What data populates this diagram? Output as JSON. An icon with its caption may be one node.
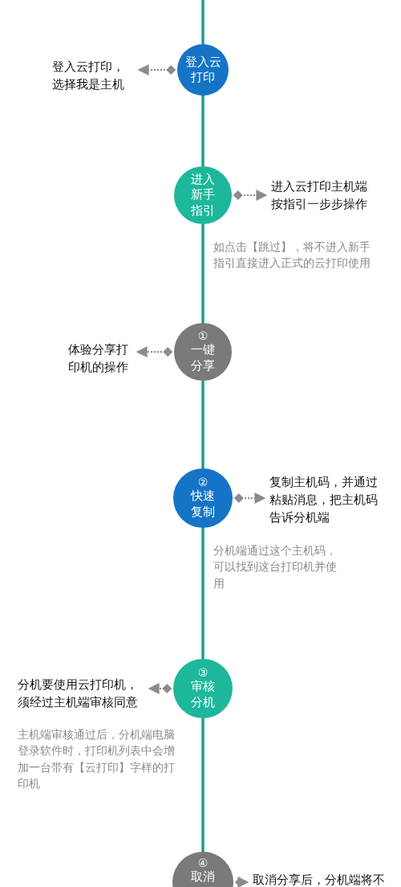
{
  "diagram": {
    "nodes": [
      {
        "text": [
          "登入云打印"
        ]
      },
      {
        "text": [
          "进入新手指引"
        ]
      },
      {
        "text": [
          "①",
          "一键分享"
        ]
      },
      {
        "text": [
          "②",
          "快速复制"
        ]
      },
      {
        "text": [
          "③",
          "审核分机"
        ]
      },
      {
        "text": [
          "④",
          "取消"
        ]
      },
      {
        "text": [
          "登入云打印，选择我是主机"
        ]
      },
      {
        "text": [
          "进入云打印主机端按指引一步步操作"
        ]
      },
      {
        "text": [
          "体验分享打印机的操作"
        ]
      },
      {
        "text": [
          "复制主机码，并通过粘贴消息，把主机码告诉分机端"
        ]
      },
      {
        "text": [
          "分机要使用云打印机，须经过主机端审核同意"
        ]
      },
      {
        "text": [
          "取消分享后，分机端将不"
        ]
      }
    ],
    "edges": [
      {
        "from": null,
        "to": 0,
        "arrow": "none"
      },
      {
        "from": 0,
        "to": 1,
        "arrow": "none"
      },
      {
        "from": 1,
        "to": 2,
        "arrow": "none"
      },
      {
        "from": 2,
        "to": 3,
        "arrow": "none"
      },
      {
        "from": 3,
        "to": 4,
        "arrow": "none"
      },
      {
        "from": 4,
        "to": 5,
        "arrow": "none"
      },
      {
        "from": 0,
        "to": 6,
        "arrow": "to",
        "style": "dashed",
        "color": "#8c8c8c"
      },
      {
        "from": 1,
        "to": 7,
        "arrow": "to",
        "style": "dashed",
        "color": "#8c8c8c"
      },
      {
        "from": 2,
        "to": 8,
        "arrow": "to",
        "style": "dashed",
        "color": "#8c8c8c"
      },
      {
        "from": 3,
        "to": 9,
        "arrow": "to",
        "style": "dashed",
        "color": "#8c8c8c"
      },
      {
        "from": 4,
        "to": 10,
        "arrow": "to",
        "style": "dashed",
        "color": "#8c8c8c"
      },
      {
        "from": 5,
        "to": 11,
        "arrow": "to",
        "style": "dashed",
        "color": "#8c8c8c"
      }
    ],
    "labels": [
      "如点击【跳过】，将不进入新手指引直接进入正式的云打印使用",
      "分机端通过这个主机码，可以找到这台打印机并使用",
      "主机端审核通过后，分机端电脑登录软件时，打印机列表中会增加一台带有【云打印】字样的打印机"
    ]
  }
}
